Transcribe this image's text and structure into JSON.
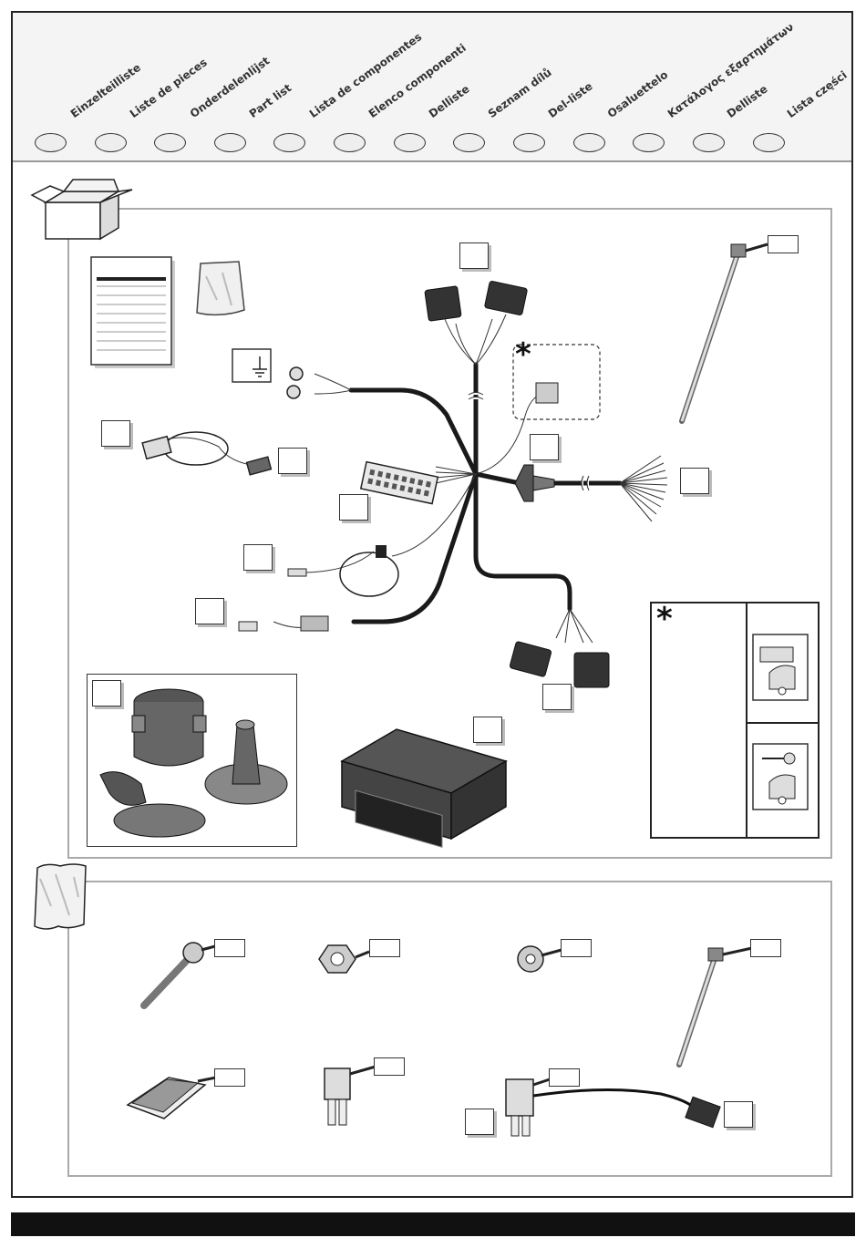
{
  "header": {
    "languages": [
      "Einzelteilliste",
      "Liste de pieces",
      "Onderdelenlijst",
      "Part list",
      "Lista de componentes",
      "Elenco componenti",
      "Delliste",
      "Seznam dílů",
      "Del-liste",
      "Osaluettelo",
      "Κατάλογος εξαρτημάτων",
      "Delliste",
      "Lista części"
    ]
  },
  "colors": {
    "frame": "#222222",
    "panel_border": "#aaaaaa",
    "header_bg": "#f4f4f4",
    "bottom_bar": "#111111"
  },
  "legend": {
    "asterisk": "*"
  },
  "kit": {
    "asterisk": "*"
  }
}
